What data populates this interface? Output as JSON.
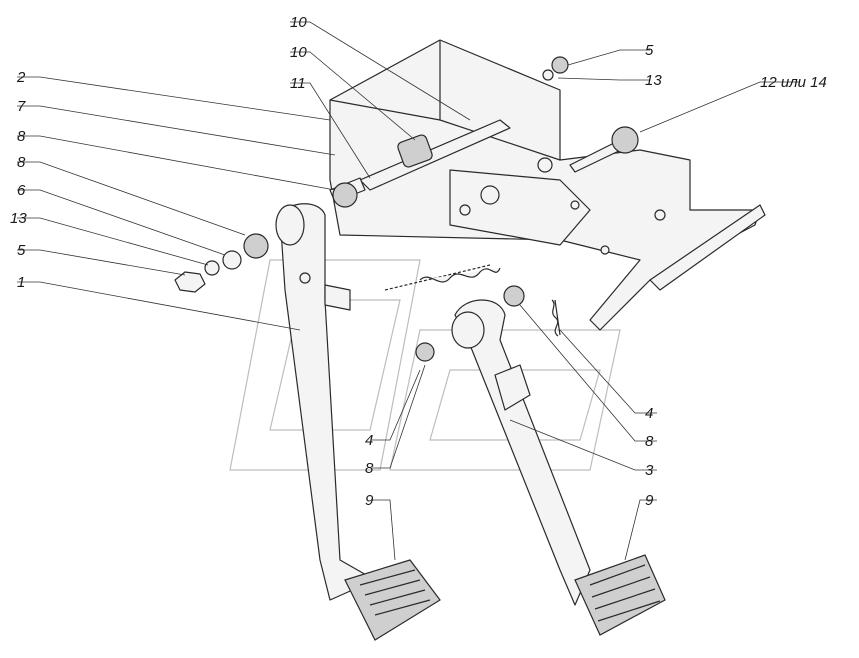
{
  "callouts": [
    {
      "id": "c10a",
      "text": "10"
    },
    {
      "id": "c10b",
      "text": "10"
    },
    {
      "id": "c11",
      "text": "11"
    },
    {
      "id": "c5r",
      "text": "5"
    },
    {
      "id": "c13r",
      "text": "13"
    },
    {
      "id": "c12",
      "text": "12 или 14"
    },
    {
      "id": "c2",
      "text": "2"
    },
    {
      "id": "c7",
      "text": "7"
    },
    {
      "id": "c8a",
      "text": "8"
    },
    {
      "id": "c8b",
      "text": "8"
    },
    {
      "id": "c6",
      "text": "6"
    },
    {
      "id": "c13l",
      "text": "13"
    },
    {
      "id": "c5l",
      "text": "5"
    },
    {
      "id": "c1",
      "text": "1"
    },
    {
      "id": "c4l",
      "text": "4"
    },
    {
      "id": "c8c",
      "text": "8"
    },
    {
      "id": "c4r",
      "text": "4"
    },
    {
      "id": "c8d",
      "text": "8"
    },
    {
      "id": "c3",
      "text": "3"
    },
    {
      "id": "c9l",
      "text": "9"
    },
    {
      "id": "c9r",
      "text": "9"
    }
  ]
}
